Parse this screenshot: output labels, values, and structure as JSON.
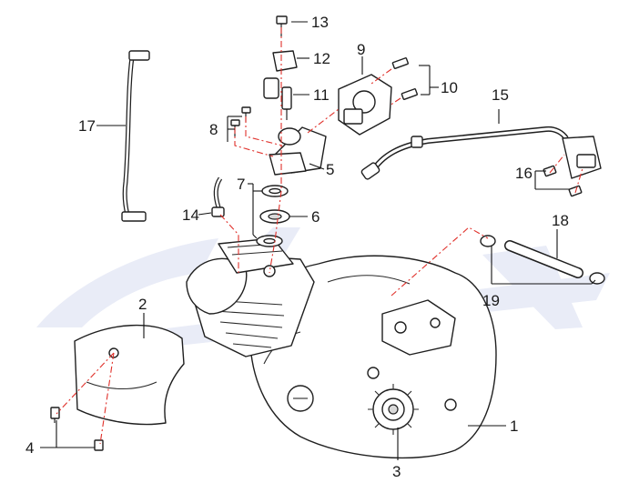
{
  "diagram": {
    "callouts": [
      "1",
      "2",
      "3",
      "4",
      "5",
      "6",
      "7",
      "8",
      "9",
      "10",
      "11",
      "12",
      "13",
      "14",
      "15",
      "16",
      "17",
      "18",
      "19"
    ],
    "colors": {
      "line": "#1f1f1f",
      "centerline": "#e0302a",
      "watermark": "#e9ecf7",
      "background": "#ffffff"
    },
    "icons": [
      "engine-assembly",
      "sprocket-cover",
      "drive-sprocket",
      "bolt",
      "intake-manifold",
      "gasket",
      "throttle-body",
      "fuel-injector",
      "hose-clamp",
      "breather-hose",
      "ignition-coil",
      "fuel-hose"
    ]
  }
}
